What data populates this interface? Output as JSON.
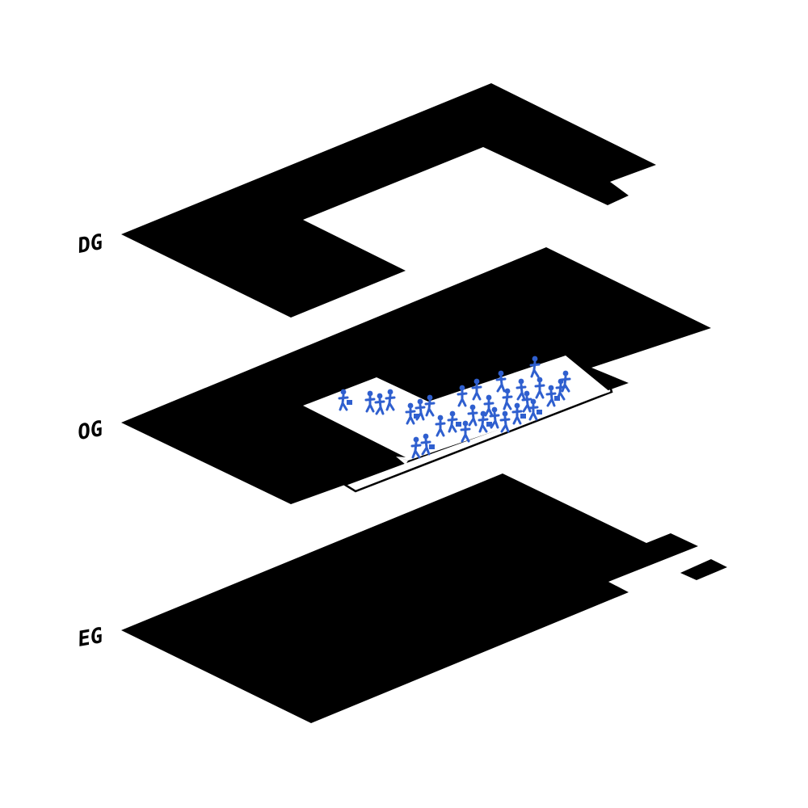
{
  "floors": [
    {
      "id": "dg",
      "label": "DG"
    },
    {
      "id": "og",
      "label": "OG"
    },
    {
      "id": "eg",
      "label": "EG"
    }
  ],
  "colors": {
    "slab": "#000000",
    "background": "#ffffff",
    "people": "#2f5fcf"
  },
  "icons": {
    "people": "human-figure-icons"
  }
}
